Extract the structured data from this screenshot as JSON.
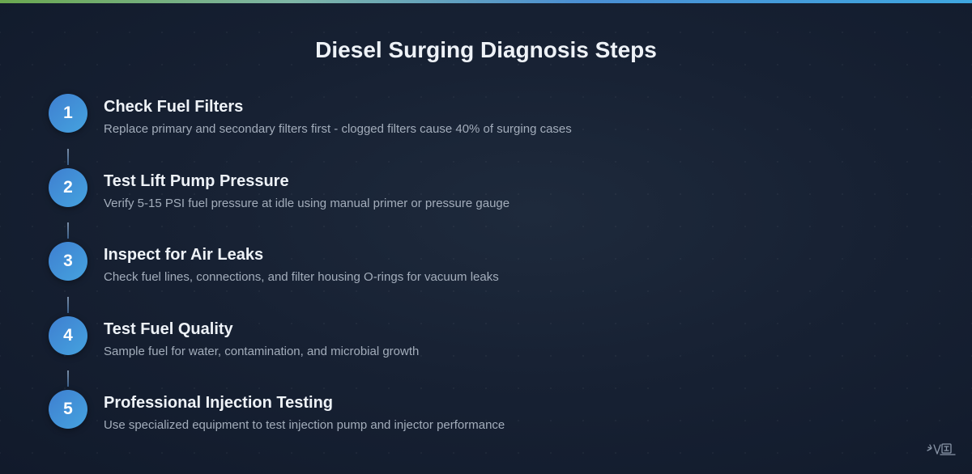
{
  "title": "Diesel Surging Diagnosis Steps",
  "steps": [
    {
      "number": "1",
      "title": "Check Fuel Filters",
      "description": "Replace primary and secondary filters first - clogged filters cause 40% of surging cases"
    },
    {
      "number": "2",
      "title": "Test Lift Pump Pressure",
      "description": "Verify 5-15 PSI fuel pressure at idle using manual primer or pressure gauge"
    },
    {
      "number": "3",
      "title": "Inspect for Air Leaks",
      "description": "Check fuel lines, connections, and filter housing O-rings for vacuum leaks"
    },
    {
      "number": "4",
      "title": "Test Fuel Quality",
      "description": "Sample fuel for water, contamination, and microbial growth"
    },
    {
      "number": "5",
      "title": "Professional Injection Testing",
      "description": "Use specialized equipment to test injection pump and injector performance"
    }
  ],
  "colors": {
    "accent_start": "#3f7fd0",
    "accent_end": "#45a3df",
    "background": "#172133",
    "title_text": "#eef2f7",
    "description_text": "#a3adbb"
  },
  "icons": {
    "watermark": "brand-logo-icon"
  }
}
